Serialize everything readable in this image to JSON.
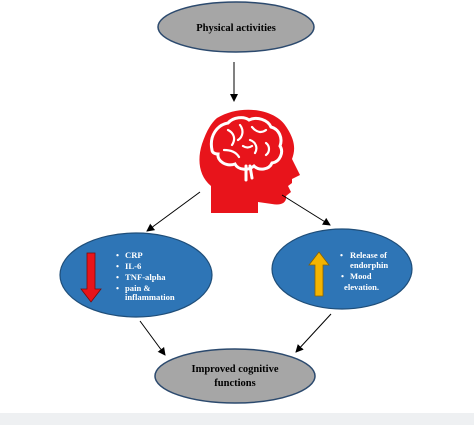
{
  "nodes": {
    "physical_activities": "Physical activities",
    "improved_cognitive": {
      "line1": "Improved cognitive",
      "line2": "functions"
    },
    "left_oval": {
      "bullets": [
        "CRP",
        "IL-6",
        "TNF-alpha",
        "pain &",
        "inflammation"
      ]
    },
    "right_oval": {
      "bullets": [
        "Release of",
        "endorphin",
        "Mood",
        "elevation."
      ]
    }
  },
  "colors": {
    "gray_oval": "#a6a6a6",
    "blue_oval": "#2e75b6",
    "brain_red": "#e8141b",
    "down_arrow_fill": "#e8141b",
    "up_arrow_fill": "#f4b400"
  },
  "icons": {
    "brain": "head-brain-icon",
    "down_arrow": "down-arrow-icon",
    "up_arrow": "up-arrow-icon"
  }
}
